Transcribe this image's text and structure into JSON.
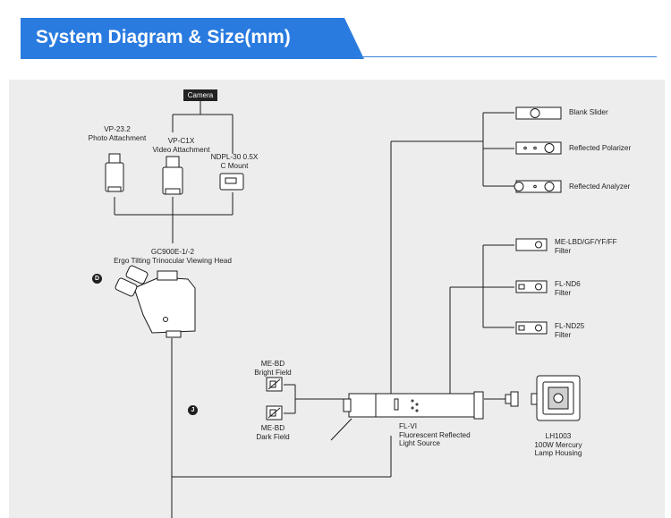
{
  "header": {
    "title": "System Diagram & Size(mm)"
  },
  "colors": {
    "accent": "#2a7be0",
    "line": "#1a1a1a",
    "panel": "#ededed"
  },
  "camera": {
    "label": "Camera"
  },
  "attachments": {
    "vp23": {
      "line1": "VP-23.2",
      "line2": "Photo Attachment"
    },
    "vpc1x": {
      "line1": "VP-C1X",
      "line2": "Video Attachment"
    },
    "ndpl": {
      "line1": "NDPL-30 0.5X",
      "line2": "C Mount"
    }
  },
  "head": {
    "line1": "GC900E-1/-2",
    "line2": "Ergo Tilting Trinocular Viewing Head"
  },
  "markers": {
    "d": "D",
    "j": "J"
  },
  "sliders": {
    "blank": "Blank Slider",
    "polarizer": "Reflected Polarizer",
    "analyzer": "Reflected Analyzer"
  },
  "filters": {
    "me_lbd": {
      "line1": "ME-LBD/GF/YF/FF",
      "line2": "Filter"
    },
    "fl_nd6": {
      "line1": "FL-ND6",
      "line2": "Filter"
    },
    "fl_nd25": {
      "line1": "FL-ND25",
      "line2": "Filter"
    }
  },
  "cubes": {
    "bright": {
      "line1": "ME-BD",
      "line2": "Bright Field"
    },
    "dark": {
      "line1": "ME-BD",
      "line2": "Dark Field"
    }
  },
  "light_source": {
    "line1": "FL-VI",
    "line2": "Fluorescent Reflected",
    "line3": "Light Source"
  },
  "lamp": {
    "line1": "LH1003",
    "line2": "100W Mercury",
    "line3": "Lamp Housing"
  }
}
